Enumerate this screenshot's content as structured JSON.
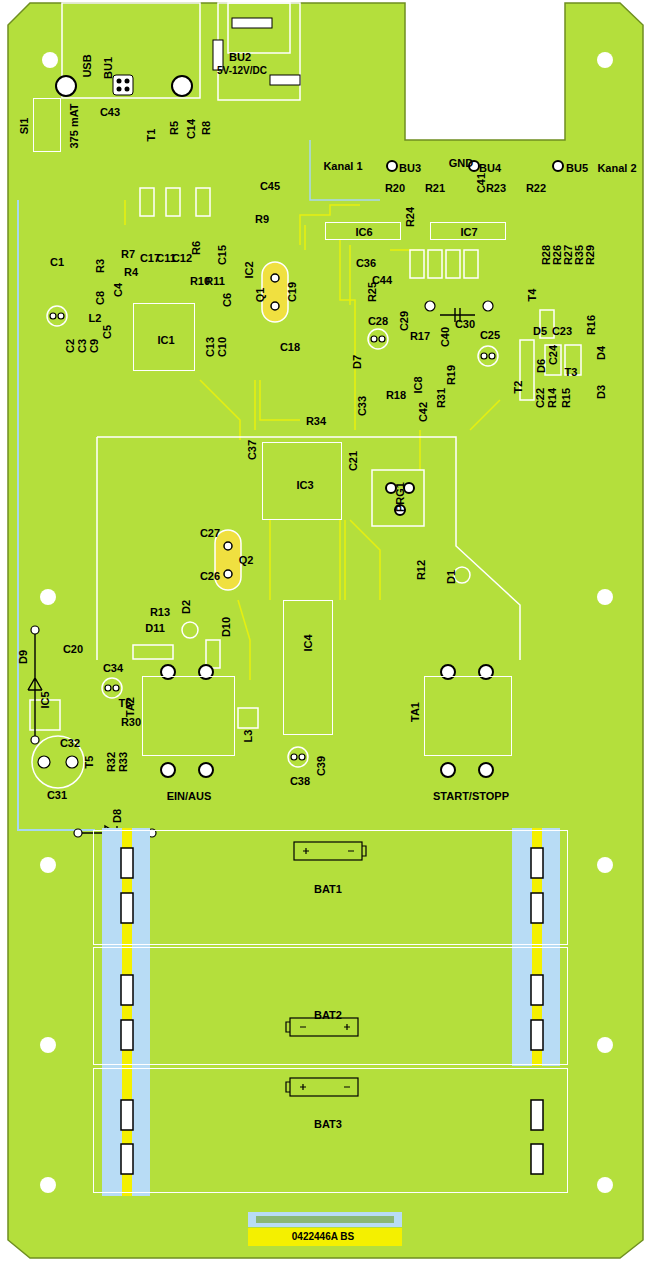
{
  "diagram": {
    "nodes": [
      {
        "text": [
          "SI1",
          "375 mAT"
        ]
      },
      {
        "text": [
          "IC1"
        ]
      },
      {
        "text": [
          "IC6"
        ]
      },
      {
        "text": [
          "IC7"
        ]
      },
      {
        "text": [
          "IC3"
        ]
      },
      {
        "text": [
          "IC4"
        ]
      },
      {
        "text": [
          "TA2",
          "EIN/AUS"
        ]
      },
      {
        "text": [
          "TA1",
          "START/STOPP"
        ]
      },
      {
        "text": [
          "BAT1"
        ]
      },
      {
        "text": [
          "BAT2"
        ]
      },
      {
        "text": [
          "BAT3"
        ]
      }
    ],
    "labels": [
      "USB",
      "BU1",
      "BU2",
      "5V-12V/DC",
      "C43",
      "C45",
      "Kanal 1",
      "BU3",
      "GND",
      "BU4",
      "BU5",
      "Kanal 2",
      "R20",
      "R21",
      "C41",
      "R23",
      "R22",
      "T1",
      "R5",
      "C14",
      "R8",
      "R9",
      "R7",
      "C17",
      "C11",
      "C12",
      "R3",
      "R4",
      "R6",
      "C15",
      "IC2",
      "C4",
      "C8",
      "R10",
      "R11",
      "C6",
      "Q1",
      "C19",
      "C18",
      "C13",
      "C10",
      "C1",
      "L2",
      "C2",
      "C3",
      "C9",
      "C5",
      "C36",
      "C44",
      "R24",
      "R28",
      "R26",
      "R27",
      "R35",
      "R29",
      "T4",
      "R25",
      "C28",
      "C29",
      "C30",
      "C40",
      "C25",
      "R17",
      "D5",
      "C23",
      "R16",
      "C24",
      "D6",
      "T3",
      "D4",
      "D7",
      "IC8",
      "R19",
      "C33",
      "R18",
      "R31",
      "C42",
      "T2",
      "C22",
      "R14",
      "R15",
      "D3",
      "R34",
      "C37",
      "C21",
      "PRG1",
      "C27",
      "Q2",
      "C26",
      "R12",
      "D1",
      "R13",
      "D2",
      "D11",
      "D10",
      "C20",
      "D9",
      "C34",
      "IC5",
      "T6",
      "R30",
      "L3",
      "C39",
      "C38",
      "C32",
      "T5",
      "R32",
      "R33",
      "C31",
      "D8",
      "0422446A BS"
    ]
  }
}
